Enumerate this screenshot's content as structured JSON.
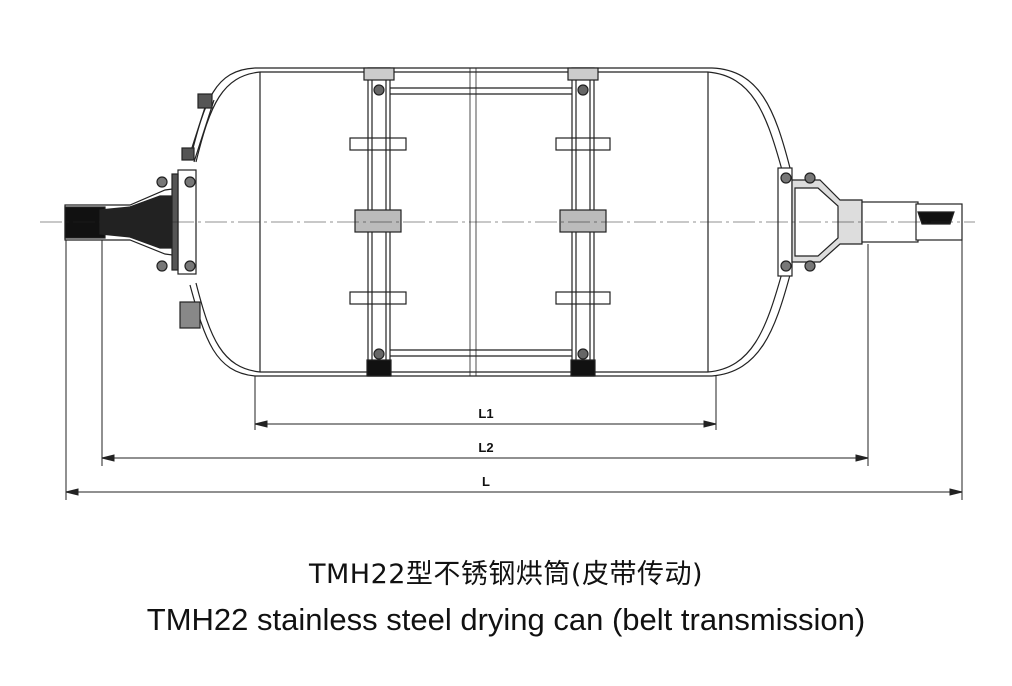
{
  "dimensions": {
    "l1": "L1",
    "l2": "L2",
    "l": "L"
  },
  "caption": {
    "chinese": "TMH22型不锈钢烘筒(皮带传动)",
    "english": "TMH22 stainless steel drying can (belt transmission)"
  }
}
